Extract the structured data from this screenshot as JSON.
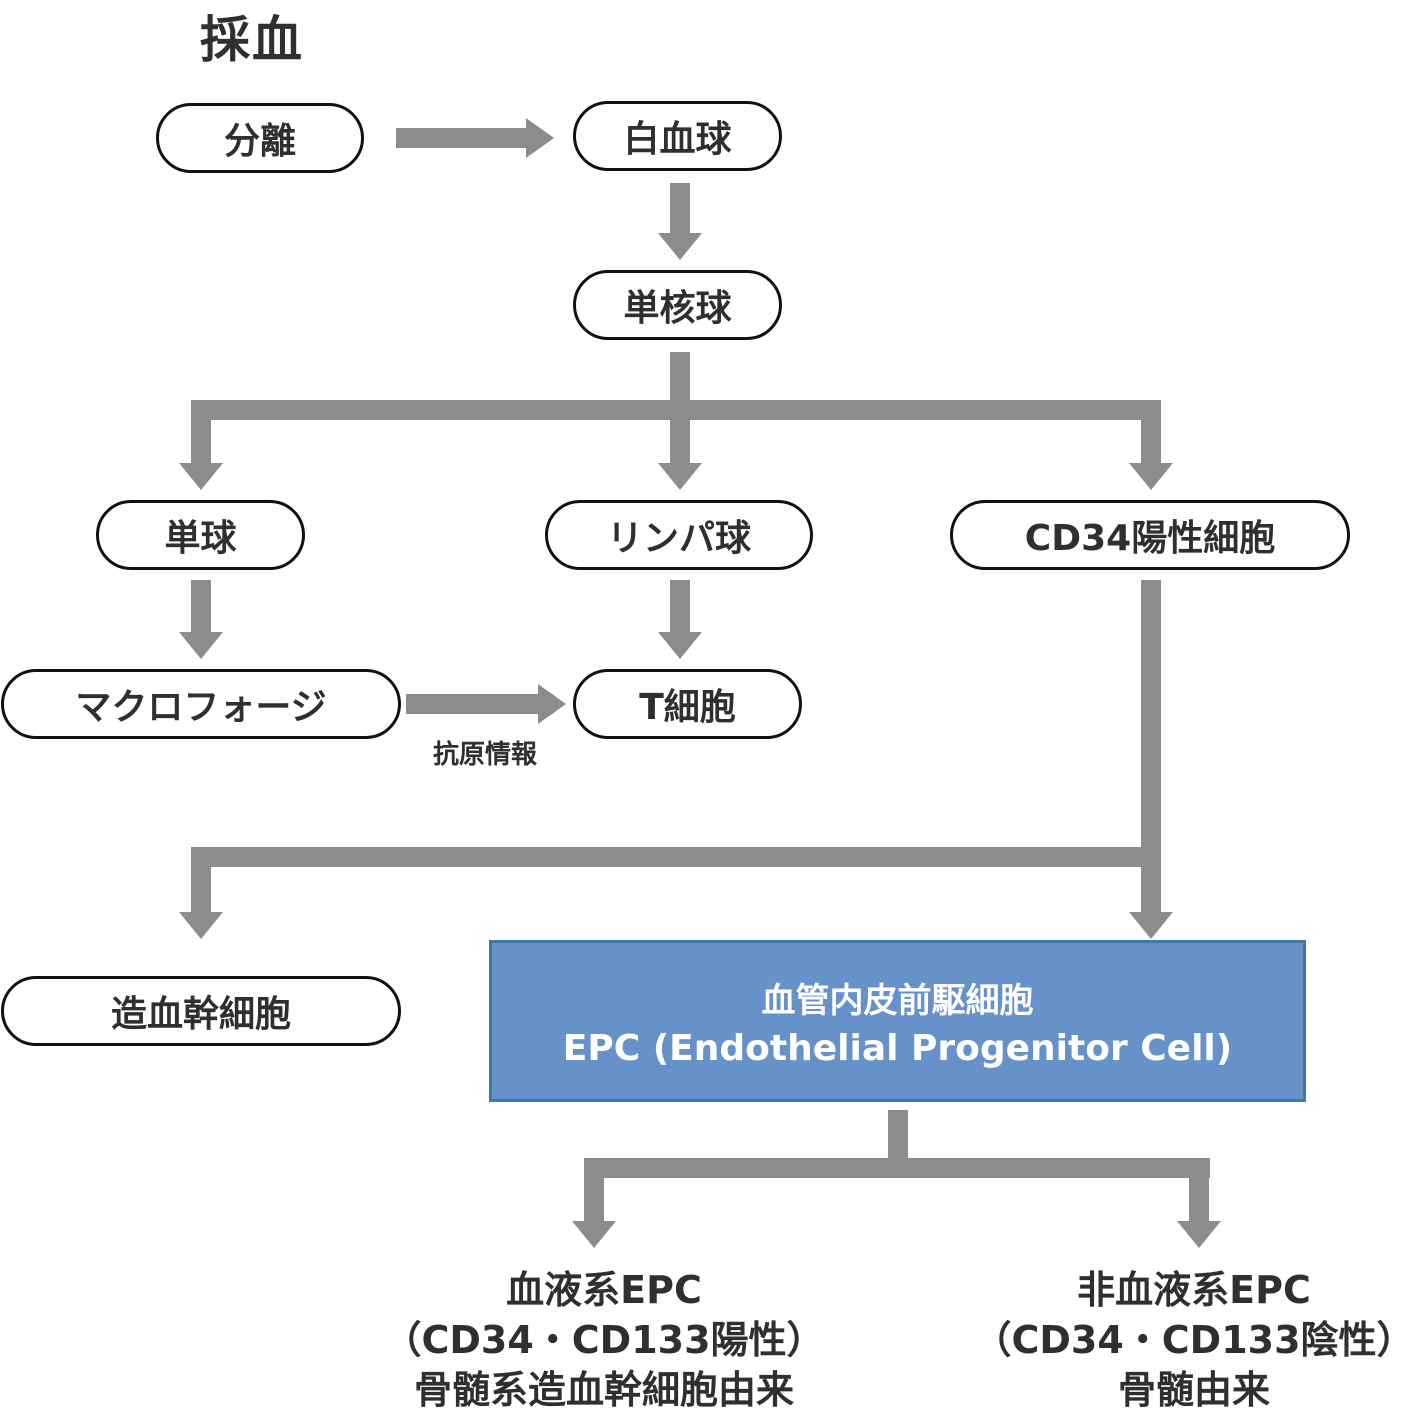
{
  "title": "採血",
  "nodes": {
    "separation": "分離",
    "leukocyte": "白血球",
    "mononuclear": "単核球",
    "monocyte": "単球",
    "lymphocyte": "リンパ球",
    "cd34_positive": "CD34陽性細胞",
    "macrophage": "マクロフォージ",
    "t_cell": "T細胞",
    "hsc": "造血幹細胞"
  },
  "antigen_label": "抗原情報",
  "epc": {
    "line1": "血管内皮前駆細胞",
    "line2": "EPC (Endothelial Progenitor Cell)"
  },
  "results": {
    "hematopoietic": {
      "line1": "血液系EPC",
      "line2": "（CD34・CD133陽性）",
      "line3": "骨髄系造血幹細胞由来"
    },
    "non_hematopoietic": {
      "line1": "非血液系EPC",
      "line2": "（CD34・CD133陰性）",
      "line3": "骨髄由来"
    }
  },
  "colors": {
    "arrow": "#8c8c8c",
    "epc_fill": "#6791c9",
    "epc_border": "#3f77ab",
    "node_border": "#111111"
  }
}
